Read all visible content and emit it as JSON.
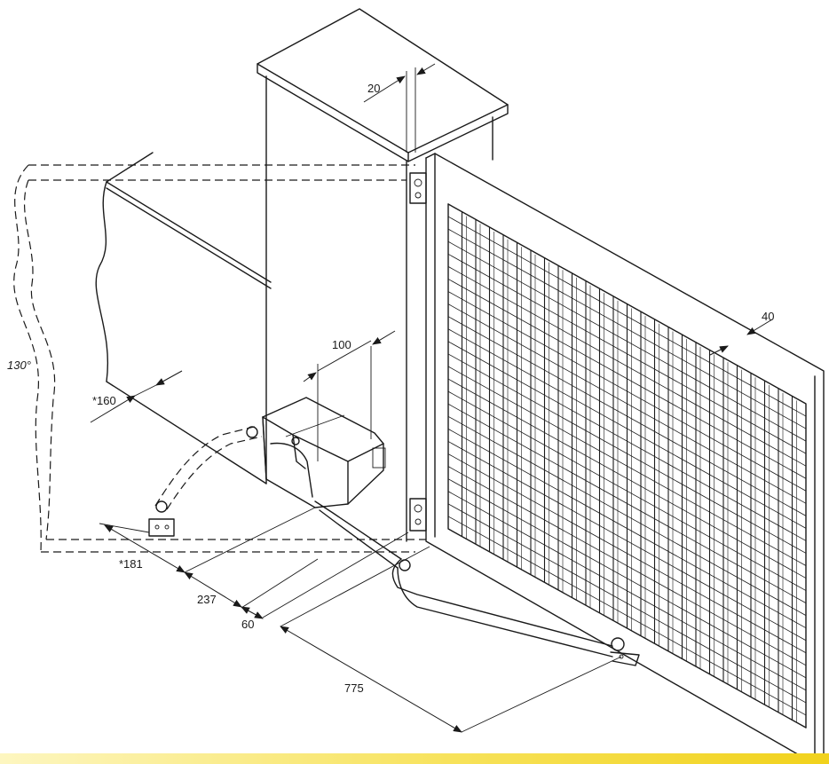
{
  "labels": {
    "angle": "130°",
    "d_20": "20",
    "d_40": "40",
    "d_100": "100",
    "d_160": "*160",
    "d_181": "*181",
    "d_237": "237",
    "d_60": "60",
    "d_775": "775"
  },
  "colors": {
    "ink": "#1a1a1a",
    "band_start": "#fdf6c0",
    "band_end": "#f1d21c"
  }
}
